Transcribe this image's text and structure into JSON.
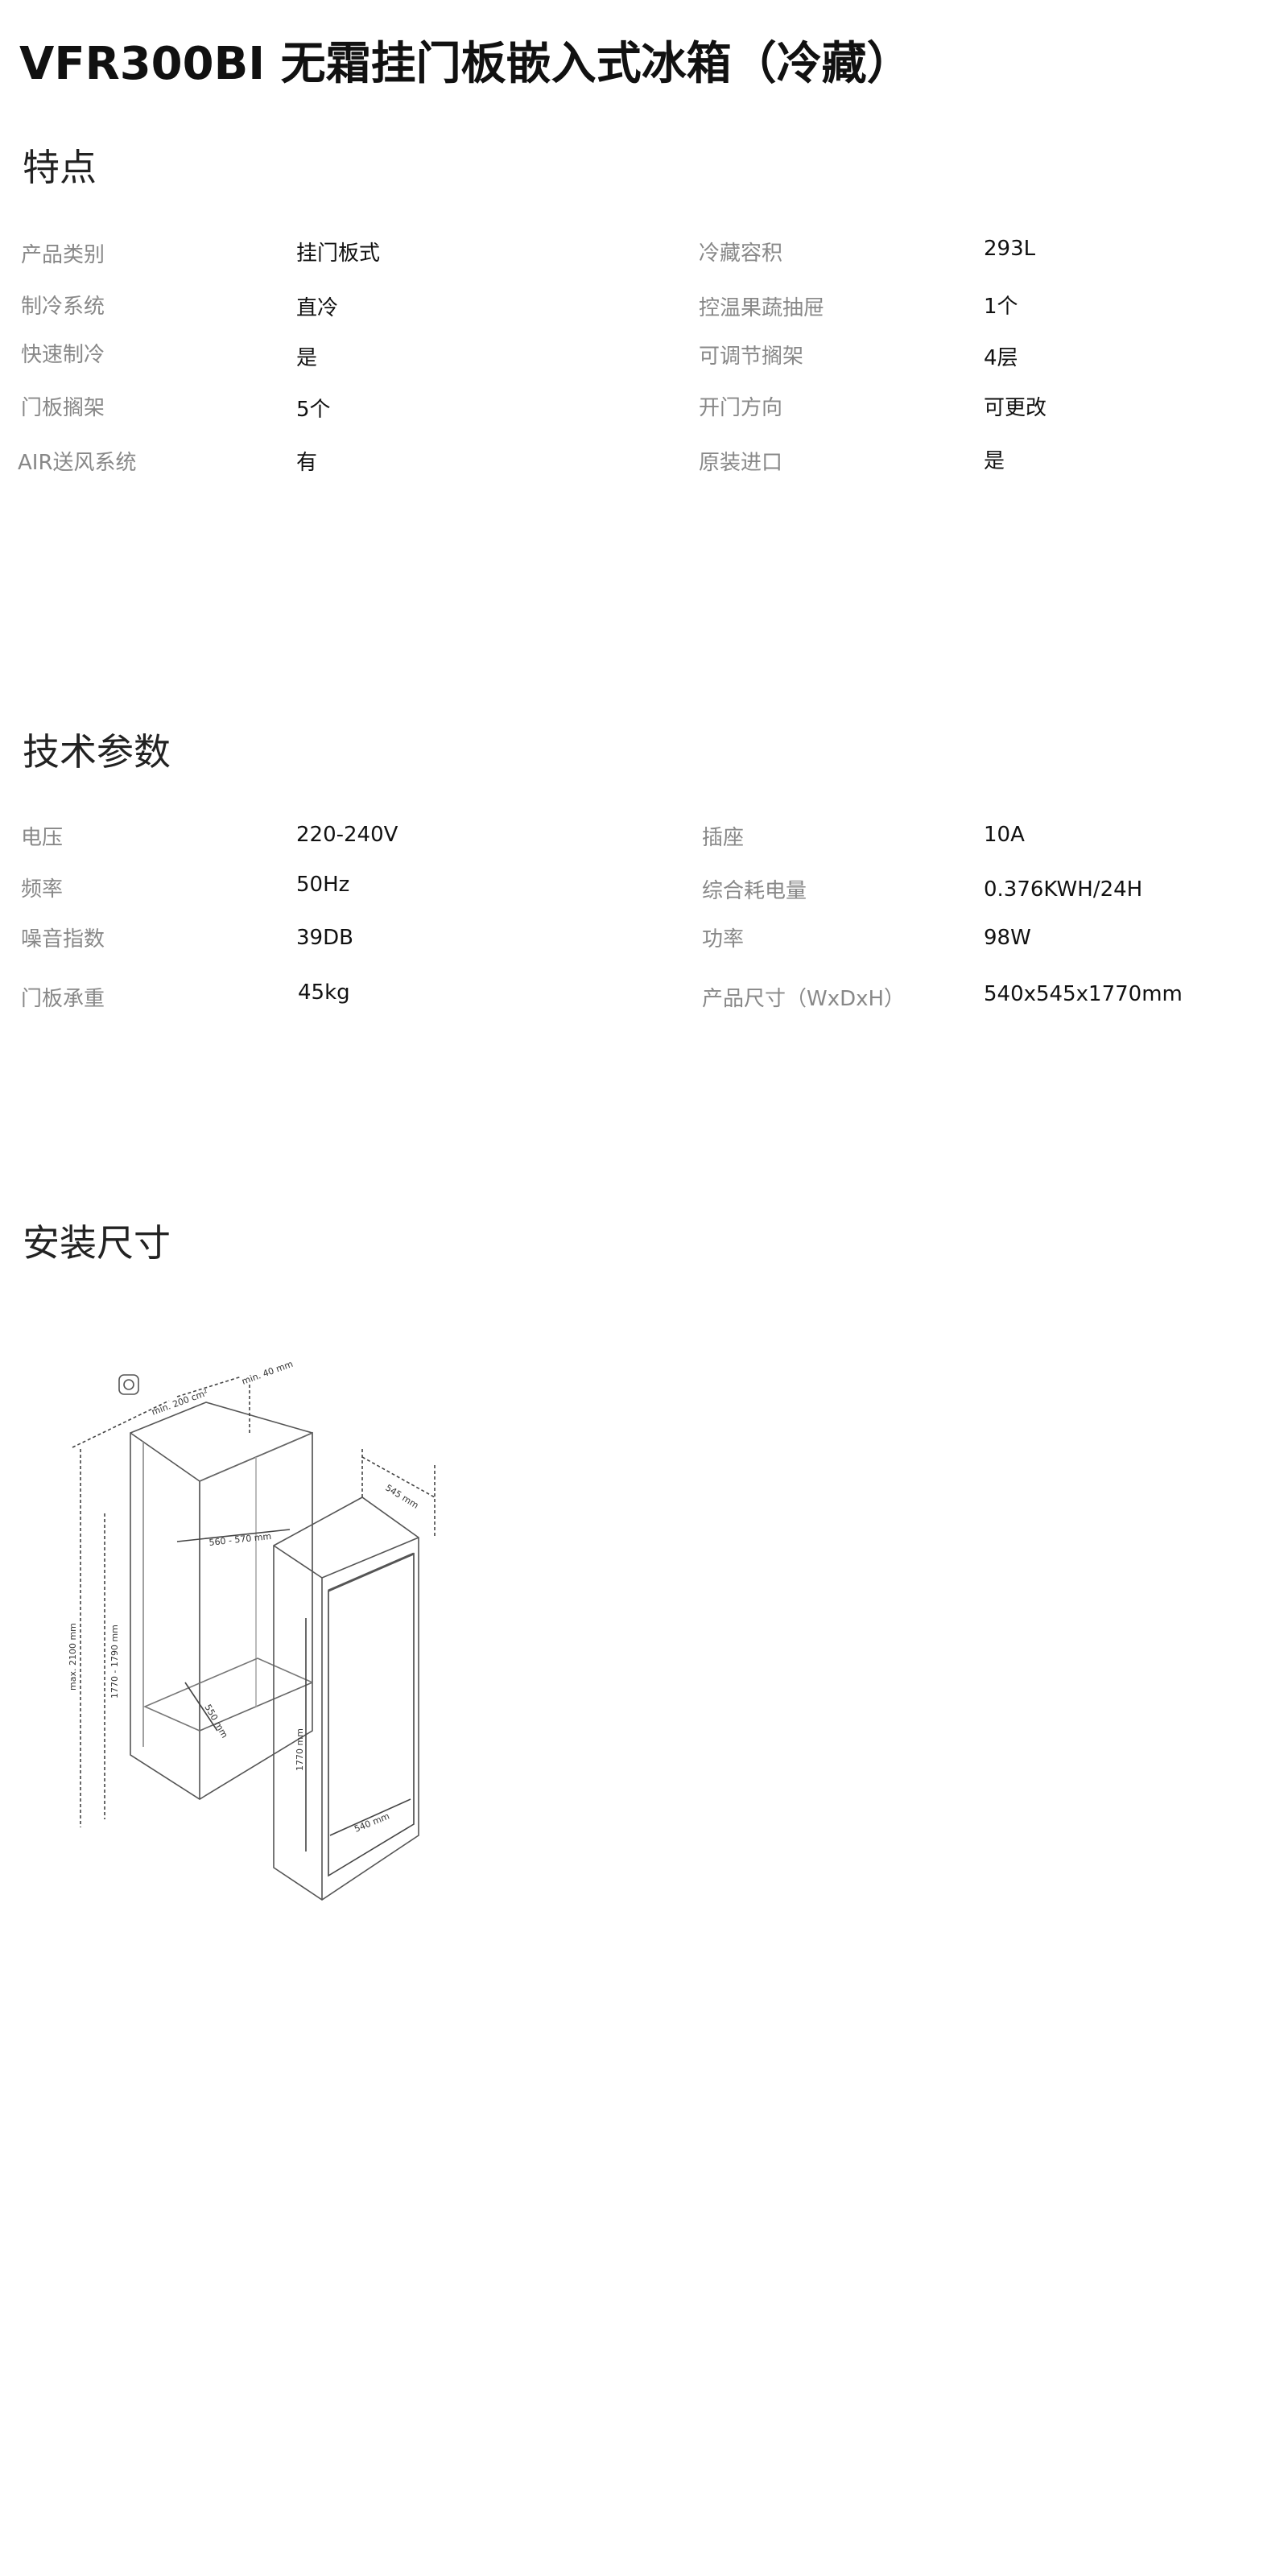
{
  "title": "VFR300BI 无霜挂门板嵌入式冰箱（冷藏）",
  "features": {
    "heading": "特点",
    "items": [
      {
        "label": "产品类别",
        "value": "挂门板式"
      },
      {
        "label": "冷藏容积",
        "value": "293L"
      },
      {
        "label": "制冷系统",
        "value": "直冷"
      },
      {
        "label": "控温果蔬抽屉",
        "value": "1个"
      },
      {
        "label": "快速制冷",
        "value": "是"
      },
      {
        "label": "可调节搁架",
        "value": "4层"
      },
      {
        "label": "门板搁架",
        "value": "5个"
      },
      {
        "label": "开门方向",
        "value": "可更改"
      },
      {
        "label": "AIR送风系统",
        "value": "有"
      },
      {
        "label": "原装进口",
        "value": "是"
      }
    ]
  },
  "tech": {
    "heading": "技术参数",
    "items": [
      {
        "label": "电压",
        "value": "220-240V"
      },
      {
        "label": "插座",
        "value": "10A"
      },
      {
        "label": "频率",
        "value": "50Hz"
      },
      {
        "label": "综合耗电量",
        "value": "0.376KWH/24H"
      },
      {
        "label": "噪音指数",
        "value": "39DB"
      },
      {
        "label": "功率",
        "value": "98W"
      },
      {
        "label": "门板承重",
        "value": "45kg"
      },
      {
        "label": "产品尺寸（WxDxH）",
        "value": "540x545x1770mm"
      }
    ]
  },
  "install": {
    "heading": "安装尺寸",
    "dims": {
      "top_gap": "min. 200 cm²",
      "side_gap": "min. 40 mm",
      "niche_width": "560 - 570 mm",
      "depth": "545 mm",
      "max_height": "max. 2100 mm",
      "niche_height": "1770 - 1790 mm",
      "niche_depth": "550 mm",
      "unit_height": "1770 mm",
      "unit_width": "540 mm"
    }
  }
}
